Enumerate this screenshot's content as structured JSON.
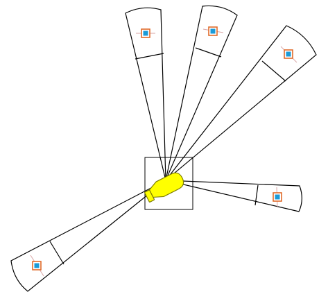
{
  "diagram": {
    "emitter": {
      "name": "yellow-emitter",
      "body_color": "#ffff00",
      "outline_color": "#7d7d00"
    },
    "beams": [
      {
        "id": "beam-top-left"
      },
      {
        "id": "beam-top-middle"
      },
      {
        "id": "beam-top-right"
      },
      {
        "id": "beam-right"
      },
      {
        "id": "beam-bottom-left"
      }
    ],
    "handle_colors": {
      "outer": "#e06a2a",
      "inner": "#1a9bd8"
    }
  }
}
